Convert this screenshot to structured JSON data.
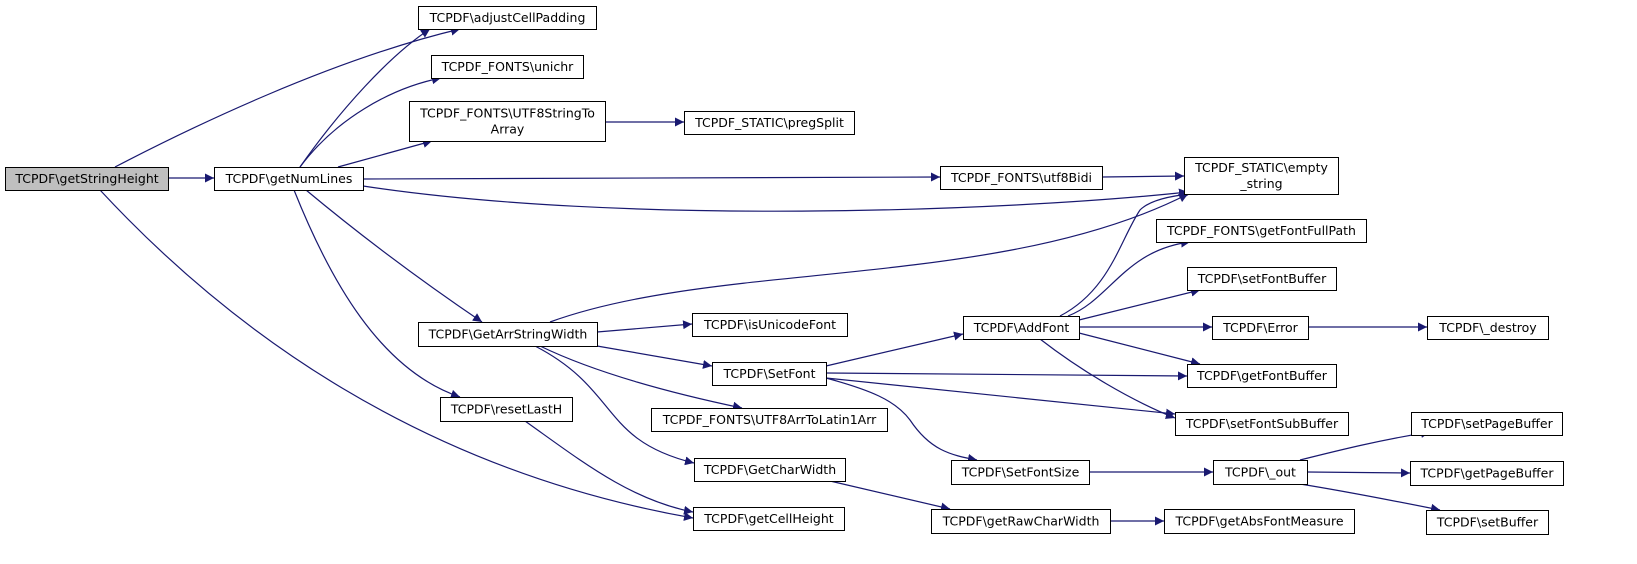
{
  "graph": {
    "colors": {
      "edge": "#191970",
      "node_border": "#000000",
      "node_fill": "#ffffff",
      "root_fill": "#bfbfbf"
    },
    "nodes": [
      {
        "id": "getStringHeight",
        "lines": [
          "TCPDF\\getStringHeight"
        ],
        "root": true
      },
      {
        "id": "getNumLines",
        "lines": [
          "TCPDF\\getNumLines"
        ]
      },
      {
        "id": "adjustCellPadding",
        "lines": [
          "TCPDF\\adjustCellPadding"
        ]
      },
      {
        "id": "unichr",
        "lines": [
          "TCPDF_FONTS\\unichr"
        ]
      },
      {
        "id": "UTF8StringToArray",
        "lines": [
          "TCPDF_FONTS\\UTF8StringTo",
          "Array"
        ]
      },
      {
        "id": "pregSplit",
        "lines": [
          "TCPDF_STATIC\\pregSplit"
        ]
      },
      {
        "id": "utf8Bidi",
        "lines": [
          "TCPDF_FONTS\\utf8Bidi"
        ]
      },
      {
        "id": "empty_string",
        "lines": [
          "TCPDF_STATIC\\empty",
          "_string"
        ]
      },
      {
        "id": "getFontFullPath",
        "lines": [
          "TCPDF_FONTS\\getFontFullPath"
        ]
      },
      {
        "id": "setFontBuffer",
        "lines": [
          "TCPDF\\setFontBuffer"
        ]
      },
      {
        "id": "GetArrStringWidth",
        "lines": [
          "TCPDF\\GetArrStringWidth"
        ]
      },
      {
        "id": "isUnicodeFont",
        "lines": [
          "TCPDF\\isUnicodeFont"
        ]
      },
      {
        "id": "AddFont",
        "lines": [
          "TCPDF\\AddFont"
        ]
      },
      {
        "id": "Error",
        "lines": [
          "TCPDF\\Error"
        ]
      },
      {
        "id": "_destroy",
        "lines": [
          "TCPDF\\_destroy"
        ]
      },
      {
        "id": "SetFont",
        "lines": [
          "TCPDF\\SetFont"
        ]
      },
      {
        "id": "getFontBuffer",
        "lines": [
          "TCPDF\\getFontBuffer"
        ]
      },
      {
        "id": "resetLastH",
        "lines": [
          "TCPDF\\resetLastH"
        ]
      },
      {
        "id": "UTF8ArrToLatin1Arr",
        "lines": [
          "TCPDF_FONTS\\UTF8ArrToLatin1Arr"
        ]
      },
      {
        "id": "setFontSubBuffer",
        "lines": [
          "TCPDF\\setFontSubBuffer"
        ]
      },
      {
        "id": "setPageBuffer",
        "lines": [
          "TCPDF\\setPageBuffer"
        ]
      },
      {
        "id": "GetCharWidth",
        "lines": [
          "TCPDF\\GetCharWidth"
        ]
      },
      {
        "id": "SetFontSize",
        "lines": [
          "TCPDF\\SetFontSize"
        ]
      },
      {
        "id": "_out",
        "lines": [
          "TCPDF\\_out"
        ]
      },
      {
        "id": "getPageBuffer",
        "lines": [
          "TCPDF\\getPageBuffer"
        ]
      },
      {
        "id": "getCellHeight",
        "lines": [
          "TCPDF\\getCellHeight"
        ]
      },
      {
        "id": "getRawCharWidth",
        "lines": [
          "TCPDF\\getRawCharWidth"
        ]
      },
      {
        "id": "getAbsFontMeasure",
        "lines": [
          "TCPDF\\getAbsFontMeasure"
        ]
      },
      {
        "id": "setBuffer",
        "lines": [
          "TCPDF\\setBuffer"
        ]
      }
    ],
    "edges": [
      [
        "getStringHeight",
        "adjustCellPadding"
      ],
      [
        "getStringHeight",
        "getNumLines"
      ],
      [
        "getStringHeight",
        "getCellHeight"
      ],
      [
        "getNumLines",
        "adjustCellPadding"
      ],
      [
        "getNumLines",
        "unichr"
      ],
      [
        "getNumLines",
        "UTF8StringToArray"
      ],
      [
        "getNumLines",
        "utf8Bidi"
      ],
      [
        "getNumLines",
        "empty_string"
      ],
      [
        "getNumLines",
        "GetArrStringWidth"
      ],
      [
        "getNumLines",
        "resetLastH"
      ],
      [
        "UTF8StringToArray",
        "pregSplit"
      ],
      [
        "utf8Bidi",
        "empty_string"
      ],
      [
        "GetArrStringWidth",
        "empty_string"
      ],
      [
        "GetArrStringWidth",
        "isUnicodeFont"
      ],
      [
        "GetArrStringWidth",
        "SetFont"
      ],
      [
        "GetArrStringWidth",
        "UTF8ArrToLatin1Arr"
      ],
      [
        "GetArrStringWidth",
        "GetCharWidth"
      ],
      [
        "resetLastH",
        "getCellHeight"
      ],
      [
        "SetFont",
        "AddFont"
      ],
      [
        "SetFont",
        "getFontBuffer"
      ],
      [
        "SetFont",
        "setFontSubBuffer"
      ],
      [
        "SetFont",
        "SetFontSize"
      ],
      [
        "AddFont",
        "empty_string"
      ],
      [
        "AddFont",
        "getFontFullPath"
      ],
      [
        "AddFont",
        "setFontBuffer"
      ],
      [
        "AddFont",
        "Error"
      ],
      [
        "AddFont",
        "getFontBuffer"
      ],
      [
        "AddFont",
        "setFontSubBuffer"
      ],
      [
        "Error",
        "_destroy"
      ],
      [
        "GetCharWidth",
        "getRawCharWidth"
      ],
      [
        "getRawCharWidth",
        "getAbsFontMeasure"
      ],
      [
        "SetFontSize",
        "_out"
      ],
      [
        "_out",
        "setPageBuffer"
      ],
      [
        "_out",
        "getPageBuffer"
      ],
      [
        "_out",
        "setBuffer"
      ]
    ]
  }
}
